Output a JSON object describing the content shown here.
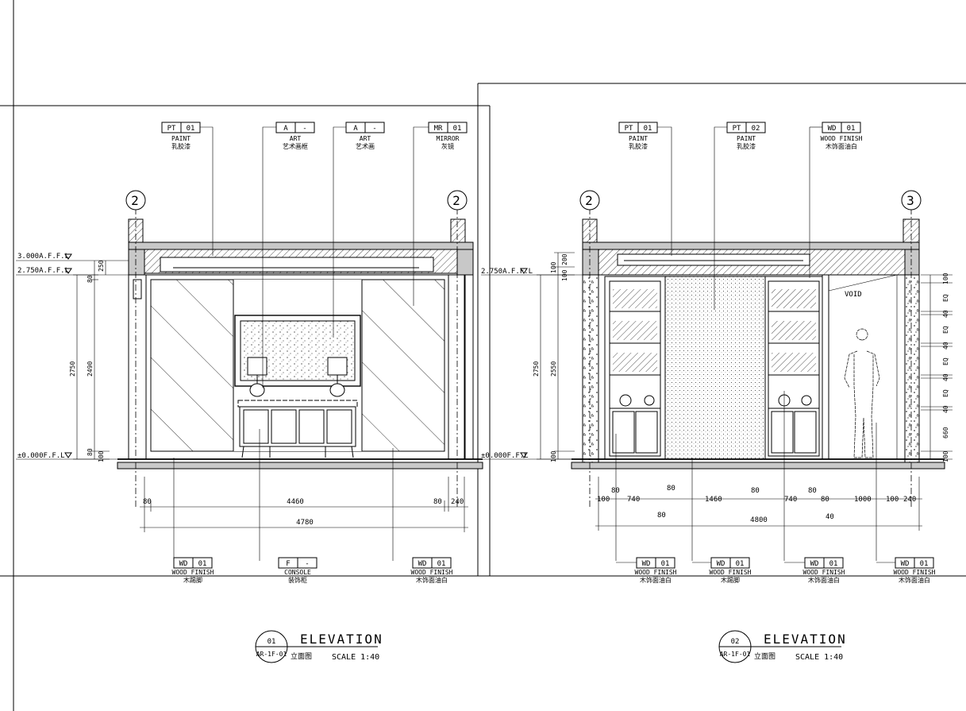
{
  "drawings": [
    {
      "id": "01",
      "sheet": "AR-1F-01",
      "title": "ELEVATION",
      "cn_title": "立面图",
      "scale": "SCALE    1:40",
      "axis_left": "2",
      "axis_right": "2",
      "levels": [
        "3.000A.F.F.L",
        "2.750A.F.F.L",
        "±0.000F.F.L"
      ],
      "vdims_outer": [
        "250",
        "80",
        "2750",
        "2490",
        "80",
        "100"
      ],
      "hdims": [
        "80",
        "4460",
        "80",
        "240"
      ],
      "hdim_total": "4780",
      "top_tags": [
        {
          "code": "PT",
          "num": "01",
          "en": "PAINT",
          "cn": "乳胶漆"
        },
        {
          "code": "A",
          "num": "-",
          "en": "ART",
          "cn": "艺术画框"
        },
        {
          "code": "A",
          "num": "-",
          "en": "ART",
          "cn": "艺术画"
        },
        {
          "code": "MR",
          "num": "01",
          "en": "MIRROR",
          "cn": "灰镜"
        }
      ],
      "bottom_tags": [
        {
          "code": "WD",
          "num": "01",
          "en": "WOOD FINISH",
          "cn": "木踢脚"
        },
        {
          "code": "F",
          "num": "-",
          "en": "CONSOLE",
          "cn": "装饰柜"
        },
        {
          "code": "WD",
          "num": "01",
          "en": "WOOD FINISH",
          "cn": "木饰面油白"
        }
      ]
    },
    {
      "id": "02",
      "sheet": "AR-1F-01",
      "title": "ELEVATION",
      "cn_title": "立面图",
      "scale": "SCALE    1:40",
      "axis_left": "2",
      "axis_right": "3",
      "levels": [
        "2.750A.F.F.L",
        "±0.000F.F.L"
      ],
      "vdims_left": [
        "200",
        "100",
        "100",
        "2750",
        "2550",
        "100"
      ],
      "vdims_right": [
        "100",
        "EQ",
        "40",
        "EQ",
        "40",
        "EQ",
        "40",
        "EQ",
        "40",
        "660",
        "100"
      ],
      "void_label": "VOID",
      "hdims": [
        "100",
        "80",
        "740",
        "80",
        "1460",
        "80",
        "740",
        "80",
        "80",
        "1000",
        "100",
        "240"
      ],
      "hdims_row2": [
        "80",
        "40"
      ],
      "hdim_total": "4800",
      "top_tags": [
        {
          "code": "PT",
          "num": "01",
          "en": "PAINT",
          "cn": "乳胶漆"
        },
        {
          "code": "PT",
          "num": "02",
          "en": "PAINT",
          "cn": "乳胶漆"
        },
        {
          "code": "WD",
          "num": "01",
          "en": "WOOD FINISH",
          "cn": "木饰面油白"
        }
      ],
      "bottom_tags": [
        {
          "code": "WD",
          "num": "01",
          "en": "WOOD FINISH",
          "cn": "木饰面油白"
        },
        {
          "code": "WD",
          "num": "01",
          "en": "WOOD FINISH",
          "cn": "木踢脚"
        },
        {
          "code": "WD",
          "num": "01",
          "en": "WOOD FINISH",
          "cn": "木饰面油白"
        },
        {
          "code": "WD",
          "num": "01",
          "en": "WOOD FINISH",
          "cn": "木饰面油白"
        }
      ]
    }
  ]
}
